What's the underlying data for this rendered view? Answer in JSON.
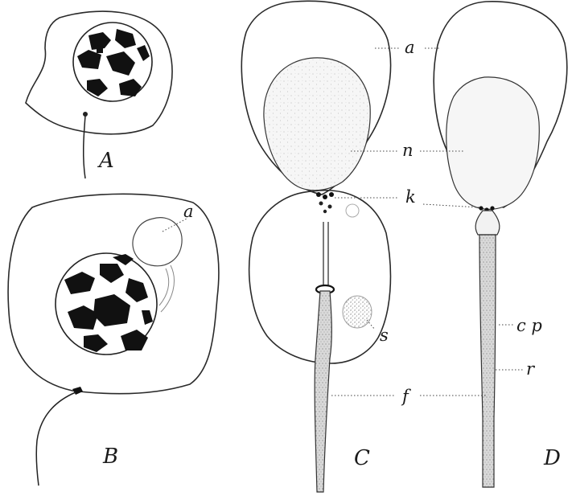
{
  "figure": {
    "panels": [
      {
        "id": "A",
        "label": "A"
      },
      {
        "id": "B",
        "label": "B"
      },
      {
        "id": "C",
        "label": "C"
      },
      {
        "id": "D",
        "label": "D"
      }
    ],
    "annotations": {
      "B_a": "a",
      "a": "a",
      "n": "n",
      "k": "k",
      "s": "s",
      "f": "f",
      "cp": "c p",
      "r": "r"
    },
    "colors": {
      "ink": "#1a1a1a",
      "stipple": "#6b6b6b",
      "chromatin": "#111111"
    }
  }
}
